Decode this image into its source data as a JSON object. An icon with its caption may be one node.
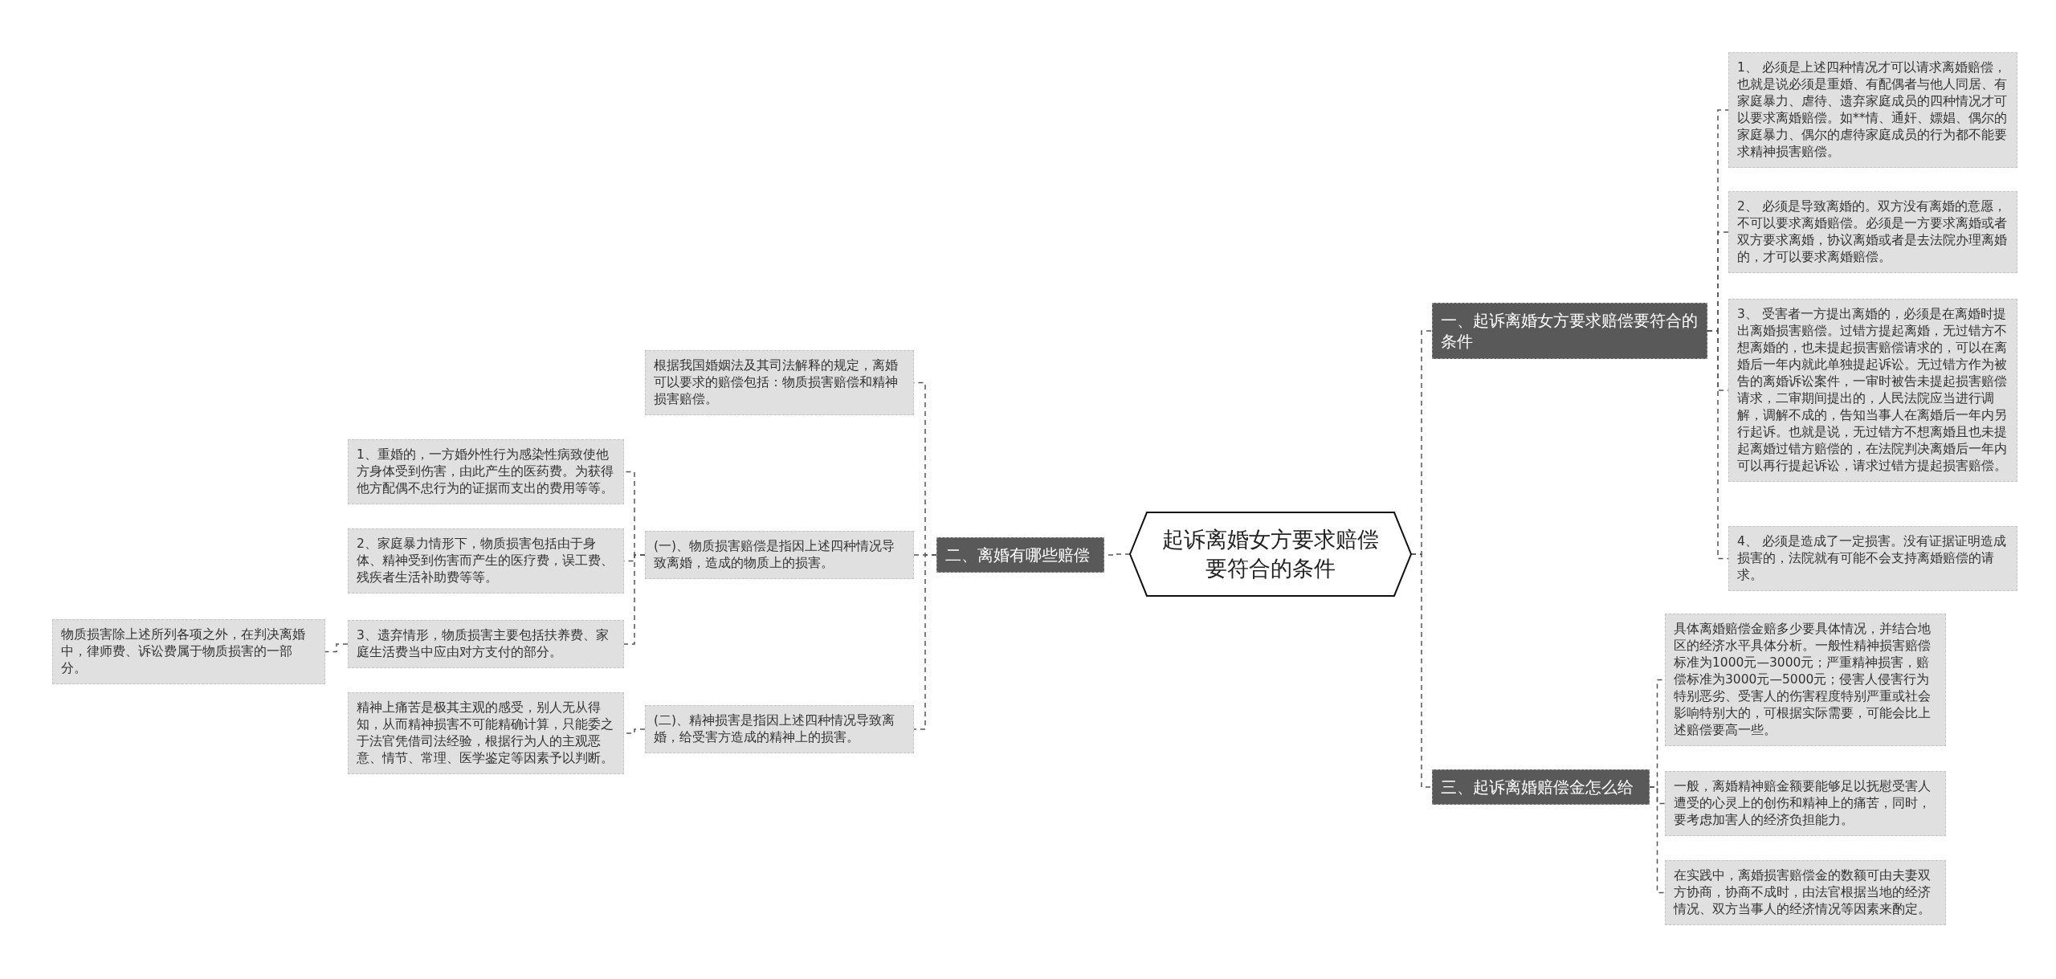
{
  "diagram": {
    "nodes": [
      {
        "text": [
          "起诉离婚女方要求赔偿要符合的条件"
        ]
      },
      {
        "text": [
          "一、起诉离婚女方要求赔偿要符合的条件"
        ]
      },
      {
        "text": [
          "1、 必须是上述四种情况才可以请求离婚赔偿，也就是说必须是重婚、有配偶者与他人同居、有家庭暴力、虐待、遗弃家庭成员的四种情况才可以要求离婚赔偿。如**情、通奸、嫖娼、偶尔的家庭暴力、偶尔的虐待家庭成员的行为都不能要求精神损害赔偿。"
        ]
      },
      {
        "text": [
          "2、 必须是导致离婚的。双方没有离婚的意愿，不可以要求离婚赔偿。必须是一方要求离婚或者双方要求离婚，协议离婚或者是去法院办理离婚的，才可以要求离婚赔偿。"
        ]
      },
      {
        "text": [
          "3、 受害者一方提出离婚的，必须是在离婚时提出离婚损害赔偿。过错方提起离婚，无过错方不想离婚的，也未提起损害赔偿请求的，可以在离婚后一年内就此单独提起诉讼。无过错方作为被告的离婚诉讼案件，一审时被告未提起损害赔偿请求，二审期间提出的，人民法院应当进行调解，调解不成的，告知当事人在离婚后一年内另行起诉。也就是说，无过错方不想离婚且也未提起离婚过错方赔偿的，在法院判决离婚后一年内可以再行提起诉讼，请求过错方提起损害赔偿。"
        ]
      },
      {
        "text": [
          "4、 必须是造成了一定损害。没有证据证明造成损害的，法院就有可能不会支持离婚赔偿的请求。"
        ]
      },
      {
        "text": [
          "三、起诉离婚赔偿金怎么给"
        ]
      },
      {
        "text": [
          "具体离婚赔偿金赔多少要具体情况，并结合地区的经济水平具体分析。一般性精神损害赔偿标准为1000元—3000元；严重精神损害，赔偿标准为3000元—5000元；侵害人侵害行为特别恶劣、受害人的伤害程度特别严重或社会影响特别大的，可根据实际需要，可能会比上述赔偿要高一些。"
        ]
      },
      {
        "text": [
          "一般，离婚精神赔金额要能够足以抚慰受害人遭受的心灵上的创伤和精神上的痛苦，同时，要考虑加害人的经济负担能力。"
        ]
      },
      {
        "text": [
          "在实践中，离婚损害赔偿金的数额可由夫妻双方协商，协商不成时，由法官根据当地的经济情况、双方当事人的经济情况等因素来酌定。"
        ]
      },
      {
        "text": [
          "二、离婚有哪些赔偿"
        ]
      },
      {
        "text": [
          "根据我国婚姻法及其司法解释的规定，离婚可以要求的赔偿包括：物质损害赔偿和精神损害赔偿。"
        ]
      },
      {
        "text": [
          "(一)、物质损害赔偿是指因上述四种情况导致离婚，造成的物质上的损害。"
        ]
      },
      {
        "text": [
          "1、重婚的，一方婚外性行为感染性病致使他方身体受到伤害，由此产生的医药费。为获得他方配偶不忠行为的证据而支出的费用等等。"
        ]
      },
      {
        "text": [
          "2、家庭暴力情形下，物质损害包括由于身体、精神受到伤害而产生的医疗费，误工费、残疾者生活补助费等等。"
        ]
      },
      {
        "text": [
          "3、遗弃情形，物质损害主要包括扶养费、家庭生活费当中应由对方支付的部分。"
        ]
      },
      {
        "text": [
          "物质损害除上述所列各项之外，在判决离婚中，律师费、诉讼费属于物质损害的一部分。"
        ]
      },
      {
        "text": [
          "(二)、精神损害是指因上述四种情况导致离婚，给受害方造成的精神上的损害。"
        ]
      },
      {
        "text": [
          "精神上痛苦是极其主观的感受，别人无从得知，从而精神损害不可能精确计算，只能委之于法官凭借司法经验，根据行为人的主观恶意、情节、常理、医学鉴定等因素予以判断。"
        ]
      }
    ],
    "edges": [
      {
        "from": 0,
        "to": 1,
        "arrow": "none"
      },
      {
        "from": 1,
        "to": 2,
        "arrow": "none"
      },
      {
        "from": 1,
        "to": 3,
        "arrow": "none"
      },
      {
        "from": 1,
        "to": 4,
        "arrow": "none"
      },
      {
        "from": 1,
        "to": 5,
        "arrow": "none"
      },
      {
        "from": 0,
        "to": 6,
        "arrow": "none"
      },
      {
        "from": 6,
        "to": 7,
        "arrow": "none"
      },
      {
        "from": 6,
        "to": 8,
        "arrow": "none"
      },
      {
        "from": 6,
        "to": 9,
        "arrow": "none"
      },
      {
        "from": 0,
        "to": 10,
        "arrow": "none"
      },
      {
        "from": 10,
        "to": 11,
        "arrow": "none"
      },
      {
        "from": 10,
        "to": 12,
        "arrow": "none"
      },
      {
        "from": 12,
        "to": 13,
        "arrow": "none"
      },
      {
        "from": 12,
        "to": 14,
        "arrow": "none"
      },
      {
        "from": 12,
        "to": 15,
        "arrow": "none"
      },
      {
        "from": 15,
        "to": 16,
        "arrow": "none"
      },
      {
        "from": 10,
        "to": 17,
        "arrow": "none"
      },
      {
        "from": 17,
        "to": 18,
        "arrow": "none"
      }
    ]
  }
}
